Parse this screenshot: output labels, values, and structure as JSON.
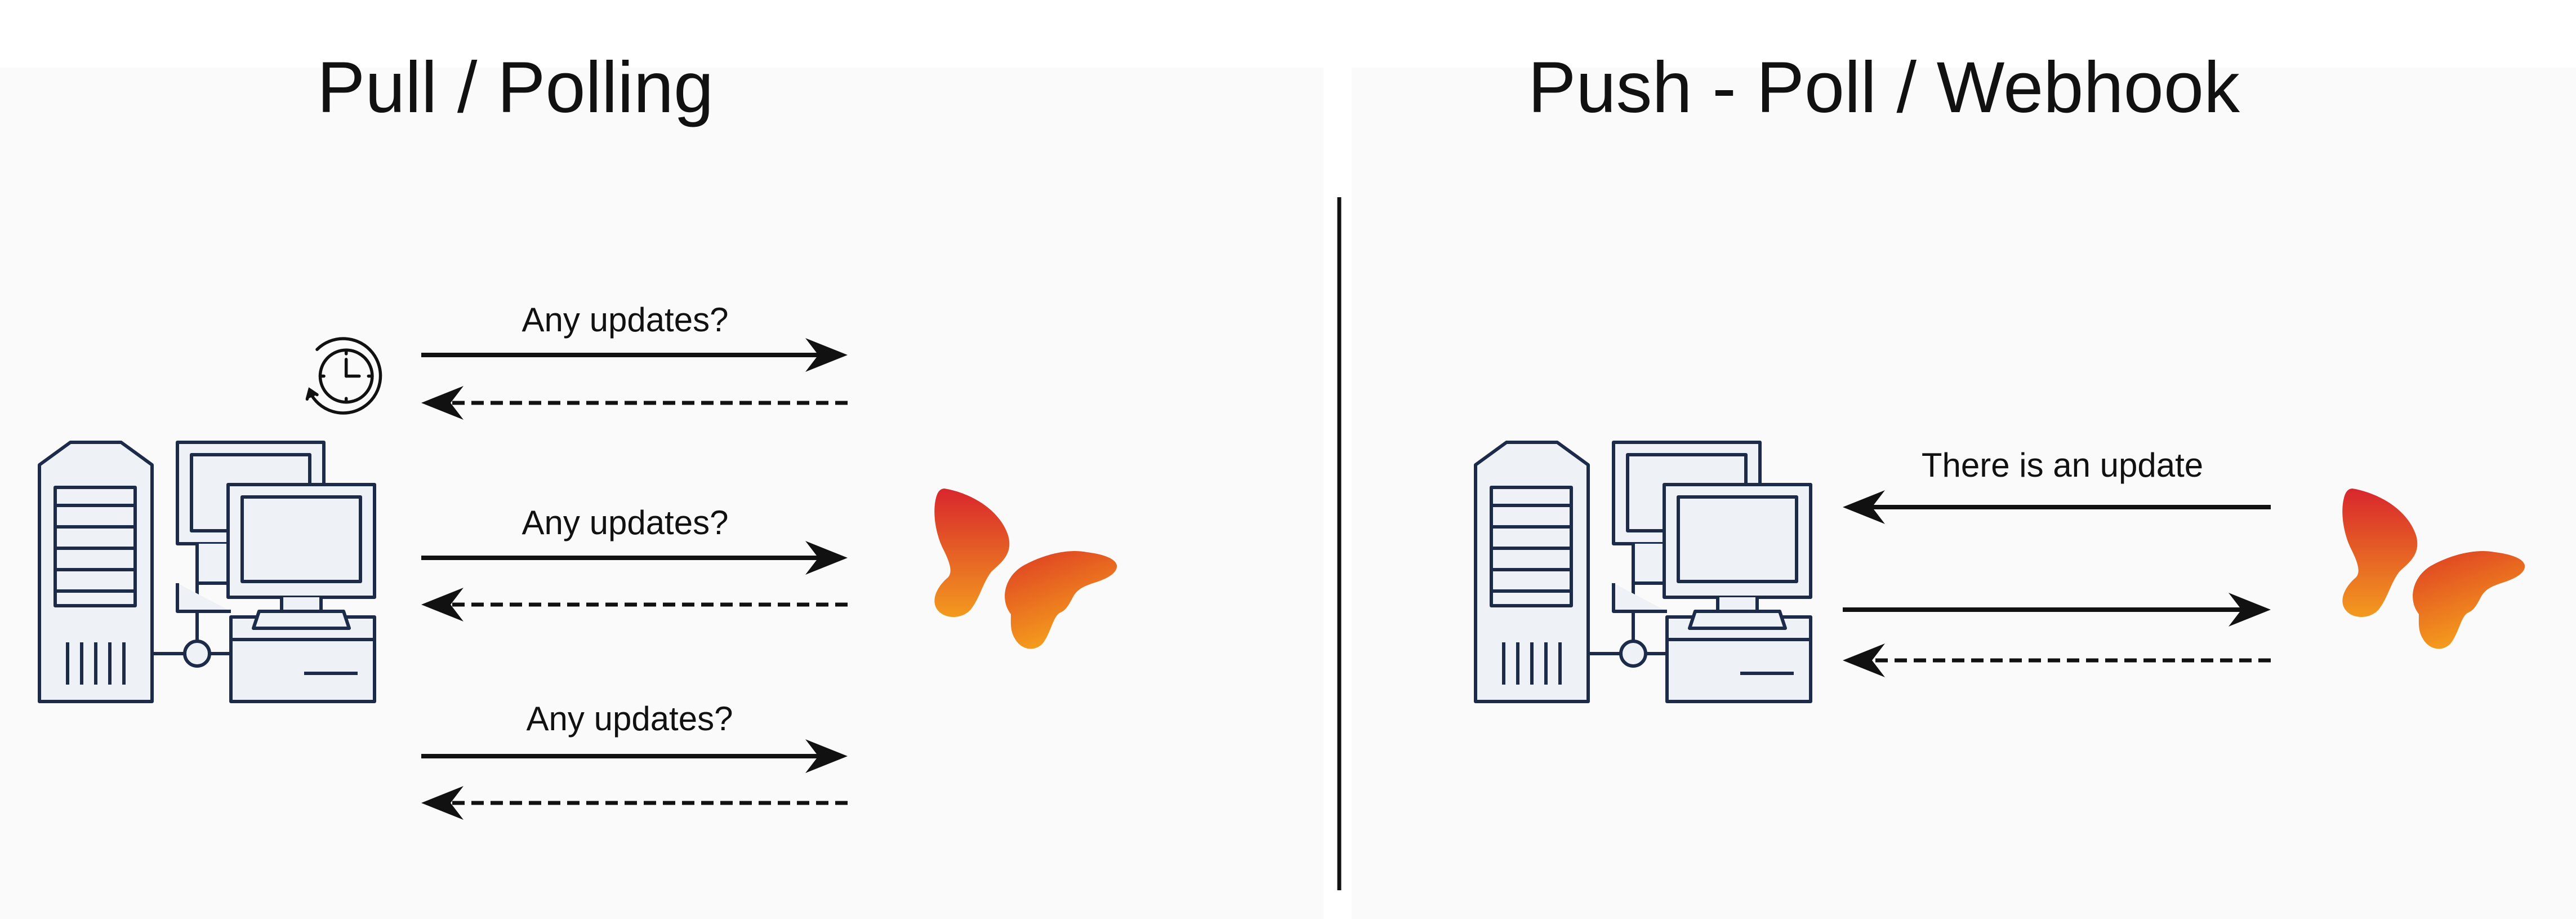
{
  "titles": {
    "left": "Pull / Polling",
    "right": "Push - Poll / Webhook"
  },
  "pull_section": {
    "exchanges": [
      {
        "request_label": "Any updates?",
        "request_direction": "client-to-service",
        "response_style": "dashed"
      },
      {
        "request_label": "Any updates?",
        "request_direction": "client-to-service",
        "response_style": "dashed"
      },
      {
        "request_label": "Any updates?",
        "request_direction": "client-to-service",
        "response_style": "dashed"
      }
    ],
    "timer_icon": "clock-refresh-icon"
  },
  "push_section": {
    "notification_label": "There is an update",
    "arrows": [
      {
        "direction": "service-to-client",
        "style": "solid"
      },
      {
        "direction": "client-to-service",
        "style": "solid"
      },
      {
        "direction": "service-to-client",
        "style": "dashed"
      }
    ]
  },
  "icons": {
    "client": "computer-workstation-icon",
    "service": "butterfly-logo-icon"
  },
  "colors": {
    "outline": "#1c2b4a",
    "device_fill": "#eef1f6",
    "logo_top": "#d8262d",
    "logo_bottom": "#f39a1e",
    "divider": "#111111"
  }
}
